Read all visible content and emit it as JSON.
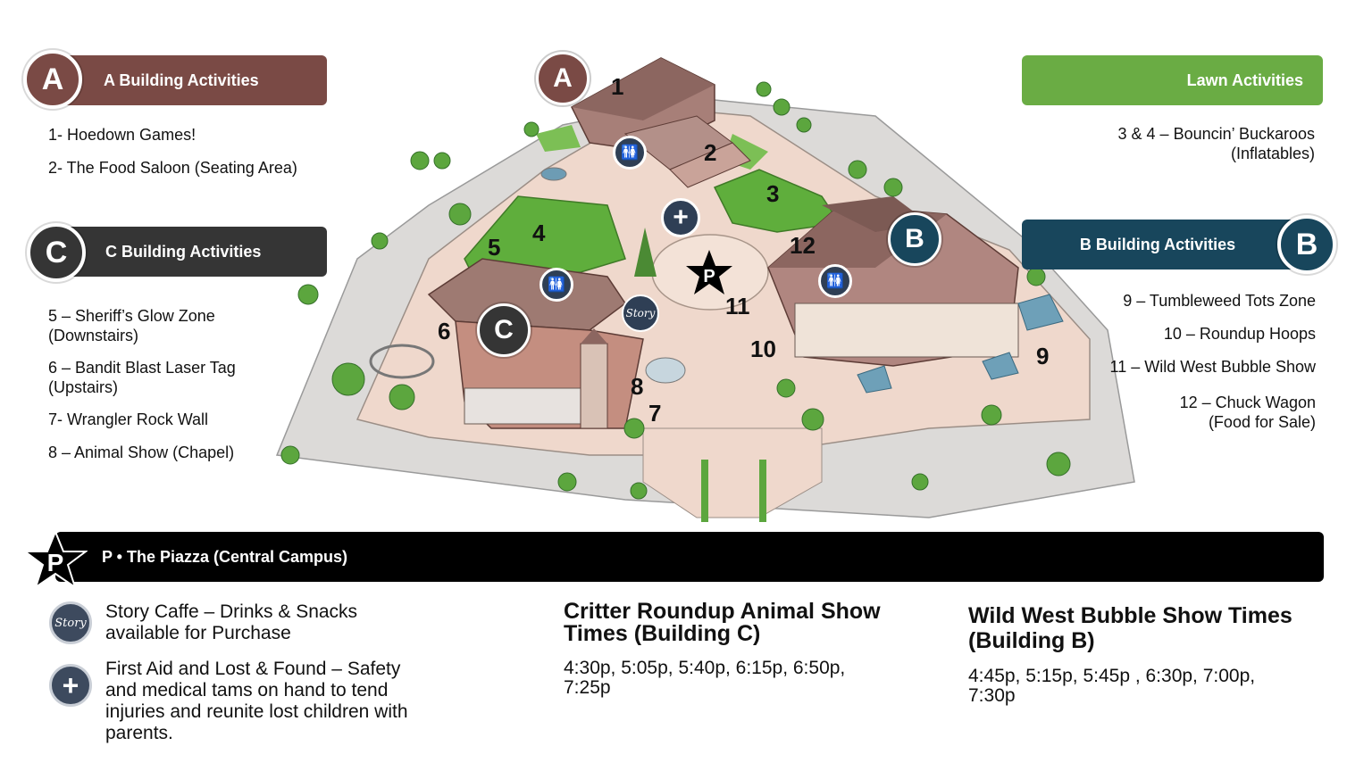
{
  "colors": {
    "a_brand": "#7a4a45",
    "c_brand": "#353535",
    "b_brand": "#18465c",
    "lawn": "#6aac44",
    "piazza_bar": "#000000"
  },
  "section_a": {
    "badge": "A",
    "title": "A Building Activities",
    "items": [
      "1- Hoedown Games!",
      "2- The Food Saloon (Seating Area)"
    ]
  },
  "section_c": {
    "badge": "C",
    "title": "C Building Activities",
    "items": [
      "5 – Sheriff’s Glow Zone\n(Downstairs)",
      "6 – Bandit  Blast Laser Tag\n(Upstairs)",
      "7- Wrangler Rock Wall",
      "8 – Animal Show (Chapel)"
    ]
  },
  "section_lawn": {
    "title": "Lawn Activities",
    "items": [
      "3 & 4 – Bouncin’ Buckaroos\n(Inflatables)"
    ]
  },
  "section_b": {
    "badge": "B",
    "title": "B Building Activities",
    "items": [
      "9 – Tumbleweed Tots Zone",
      "10 – Roundup Hoops",
      "11 – Wild West Bubble Show",
      "12 – Chuck Wagon\n(Food for Sale)"
    ]
  },
  "map": {
    "numbers": [
      "1",
      "2",
      "3",
      "4",
      "5",
      "6",
      "7",
      "8",
      "9",
      "10",
      "11",
      "12"
    ],
    "badges": [
      "A",
      "C",
      "B"
    ],
    "piazza": "P",
    "cafe_logo": "Story",
    "icons": [
      "restroom-icon",
      "first-aid-icon",
      "story-caffe-logo-icon",
      "piazza-star-icon"
    ]
  },
  "piazza": {
    "badge": "P",
    "title": "P • The Piazza (Central Campus)"
  },
  "amenities": [
    {
      "icon": "story-caffe-logo-icon",
      "text": "Story Caffe – Drinks & Snacks\navailable for Purchase"
    },
    {
      "icon": "first-aid-icon",
      "text": "First Aid and Lost & Found – Safety\nand medical tams on hand to tend\ninjuries and reunite lost children with\nparents."
    }
  ],
  "shows": [
    {
      "title": "Critter Roundup Animal Show\nTimes (Building C)",
      "times": "4:30p, 5:05p, 5:40p, 6:15p, 6:50p,\n7:25p"
    },
    {
      "title": "Wild West Bubble Show Times\n(Building B)",
      "times": "4:45p, 5:15p, 5:45p , 6:30p, 7:00p,\n7:30p"
    }
  ]
}
